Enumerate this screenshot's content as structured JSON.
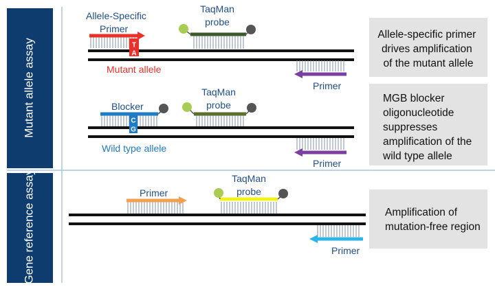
{
  "side_labels": {
    "mutant": "Mutant allele assay",
    "reference": "Gene reference assay"
  },
  "panel1": {
    "primer_label_line1": "Allele-Specific",
    "primer_label_line2": "Primer",
    "primer_base_top": "T",
    "primer_base_bottom": "A",
    "probe_label_line1": "TaqMan",
    "probe_label_line2": "probe",
    "allele_label": "Mutant allele",
    "reverse_primer_label": "Primer",
    "note_lines": [
      "Allele-specific primer",
      "drives amplification",
      "of the mutant allele"
    ]
  },
  "panel2": {
    "blocker_label": "Blocker",
    "blocker_base_top": "C",
    "blocker_base_bottom": "G",
    "probe_label_line1": "TaqMan",
    "probe_label_line2": "probe",
    "allele_label": "Wild type allele",
    "reverse_primer_label": "Primer",
    "note_lines": [
      "MGB blocker",
      "oligonucleotide",
      "suppresses",
      "amplification of the",
      "wild type allele"
    ]
  },
  "panel3": {
    "primer_label": "Primer",
    "probe_label_line1": "TaqMan",
    "probe_label_line2": "probe",
    "reverse_primer_label": "Primer",
    "note_lines": [
      "Amplification of",
      "mutation-free region"
    ]
  },
  "colors": {
    "side_panel": "#0e3c6e",
    "note_box": "#e3e3e3",
    "strand": "#111111",
    "tick": "#7f8fa8",
    "allele_specific_primer": "#e8312a",
    "mutant_text": "#e8312a",
    "label_blue": "#1f4e8c",
    "wildtype_text": "#1f7bc4",
    "blocker": "#1f7bc4",
    "probe_panel1": "#3d5a2a",
    "probe_panel2": "#5a6e2e",
    "probe_panel3": "#f2f21a",
    "reporter": "#a9cc52",
    "quencher": "#555555",
    "reverse_primer_mutant": "#7a3fa0",
    "forward_primer_reference": "#f0a050",
    "reverse_primer_reference": "#2cb4e6",
    "separator": "#a8c4e4"
  }
}
